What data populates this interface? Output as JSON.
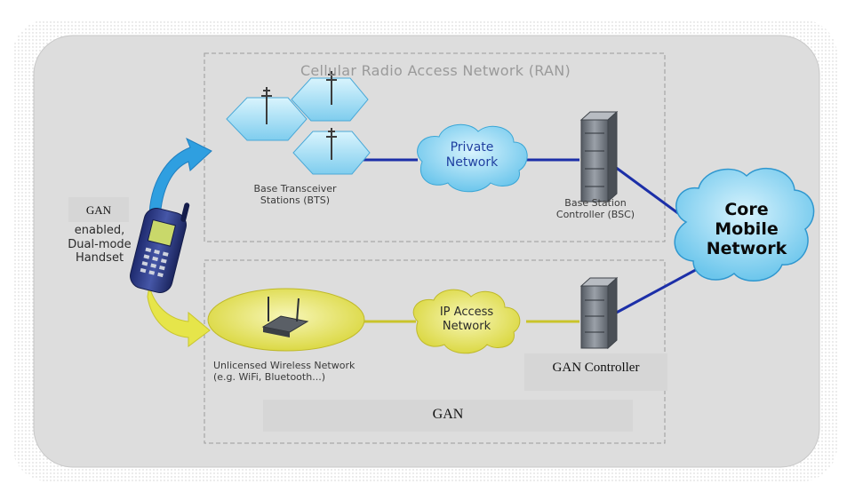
{
  "diagram": {
    "ran_title": "Cellular Radio Access Network (RAN)",
    "bts_label": [
      "Base Transceiver",
      "Stations (BTS)"
    ],
    "private_network": [
      "Private",
      "Network"
    ],
    "bsc_label": [
      "Base Station",
      "Controller (BSC)"
    ],
    "core_network": [
      "Core",
      "Mobile",
      "Network"
    ],
    "handset_label": [
      "GAN",
      "enabled,",
      "Dual-mode",
      "Handset"
    ],
    "ip_access_network": [
      "IP Access",
      "Network"
    ],
    "unlicensed_network": [
      "Unlicensed Wireless Network",
      "(e.g. WiFi, Bluetooth...)"
    ],
    "gan_controller": "GAN Controller",
    "gan_banner": "GAN",
    "colors": {
      "frame_bg": "#dcdcdc",
      "cloud_blue": "#8fd6f2",
      "hex_blue": "#9bdcf4",
      "link_blue": "#1c2fa8",
      "arrow_blue": "#2f9fe0",
      "arrow_yellow": "#e6e54a",
      "ellipse_yellow": "#e8e65a",
      "server_gray": "#7a8088"
    }
  }
}
